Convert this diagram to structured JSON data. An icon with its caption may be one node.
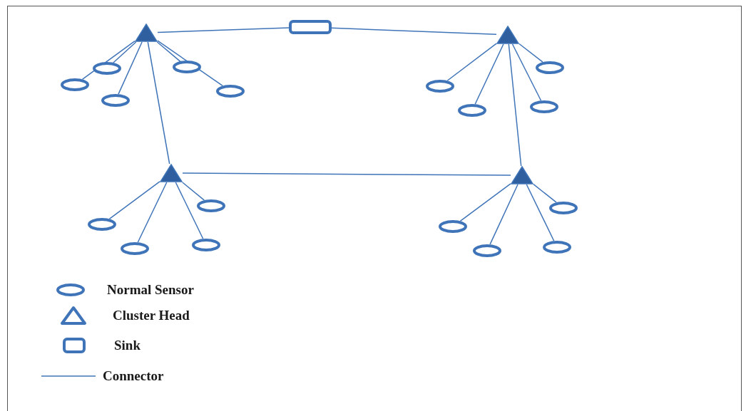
{
  "diagram": {
    "nodes": [
      {
        "text": [],
        "shape": "triangle"
      },
      {
        "text": [],
        "shape": "box"
      },
      {
        "text": [],
        "shape": "triangle"
      },
      {
        "text": [],
        "shape": "ellipse"
      },
      {
        "text": [],
        "shape": "ellipse"
      },
      {
        "text": [],
        "shape": "ellipse"
      },
      {
        "text": [],
        "shape": "ellipse"
      },
      {
        "text": [],
        "shape": "ellipse"
      },
      {
        "text": [],
        "shape": "ellipse"
      },
      {
        "text": [],
        "shape": "ellipse"
      },
      {
        "text": [],
        "shape": "ellipse"
      },
      {
        "text": [],
        "shape": "ellipse"
      },
      {
        "text": [],
        "shape": "triangle"
      },
      {
        "text": [],
        "shape": "triangle"
      },
      {
        "text": [],
        "shape": "ellipse"
      },
      {
        "text": [],
        "shape": "ellipse"
      },
      {
        "text": [],
        "shape": "ellipse"
      },
      {
        "text": [],
        "shape": "ellipse"
      },
      {
        "text": [],
        "shape": "ellipse"
      },
      {
        "text": [],
        "shape": "ellipse"
      },
      {
        "text": [],
        "shape": "ellipse"
      },
      {
        "text": [],
        "shape": "ellipse"
      }
    ],
    "edges": [
      {
        "from": 0,
        "to": 1,
        "arrow": "none"
      },
      {
        "from": 1,
        "to": 2,
        "arrow": "none"
      },
      {
        "from": 0,
        "to": 3,
        "arrow": "none"
      },
      {
        "from": 0,
        "to": 4,
        "arrow": "none"
      },
      {
        "from": 0,
        "to": 5,
        "arrow": "none"
      },
      {
        "from": 0,
        "to": 6,
        "arrow": "none"
      },
      {
        "from": 0,
        "to": 7,
        "arrow": "none"
      },
      {
        "from": 2,
        "to": 8,
        "arrow": "none"
      },
      {
        "from": 2,
        "to": 9,
        "arrow": "none"
      },
      {
        "from": 2,
        "to": 10,
        "arrow": "none"
      },
      {
        "from": 2,
        "to": 11,
        "arrow": "none"
      },
      {
        "from": 0,
        "to": 12,
        "arrow": "none"
      },
      {
        "from": 2,
        "to": 13,
        "arrow": "none"
      },
      {
        "from": 12,
        "to": 13,
        "arrow": "none"
      },
      {
        "from": 12,
        "to": 14,
        "arrow": "none"
      },
      {
        "from": 12,
        "to": 15,
        "arrow": "none"
      },
      {
        "from": 12,
        "to": 16,
        "arrow": "none"
      },
      {
        "from": 12,
        "to": 17,
        "arrow": "none"
      },
      {
        "from": 13,
        "to": 18,
        "arrow": "none"
      },
      {
        "from": 13,
        "to": 19,
        "arrow": "none"
      },
      {
        "from": 13,
        "to": 20,
        "arrow": "none"
      },
      {
        "from": 13,
        "to": 21,
        "arrow": "none"
      }
    ],
    "legend": [
      {
        "text": "Normal Sensor"
      },
      {
        "text": "Cluster Head"
      },
      {
        "text": "Sink"
      },
      {
        "text": "Connector"
      }
    ]
  }
}
